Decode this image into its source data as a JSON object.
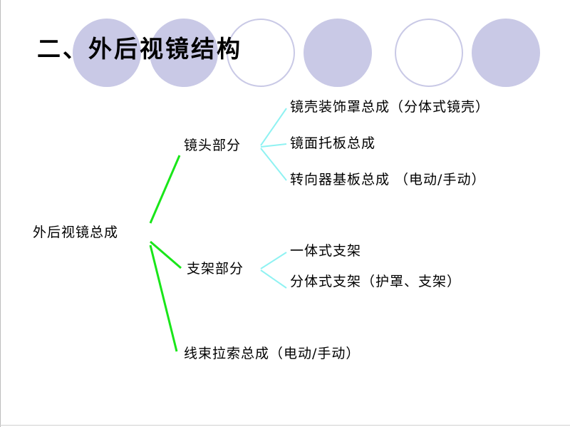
{
  "title": "二、外后视镜结构",
  "colors": {
    "circle": "#c9c9e6",
    "green_line": "#19e619",
    "cyan_line": "#8ff2f2"
  },
  "tree": {
    "root": "外后视镜总成",
    "branch_head": {
      "label": "镜头部分",
      "items": [
        "镜壳装饰罩总成（分体式镜壳）",
        "镜面托板总成",
        "转向器基板总成 （电动/手动）"
      ]
    },
    "branch_bracket": {
      "label": "支架部分",
      "items": [
        "一体式支架",
        "分体式支架（护罩、支架）"
      ]
    },
    "branch_cable": {
      "label": "线束拉索总成（电动/手动）"
    }
  }
}
